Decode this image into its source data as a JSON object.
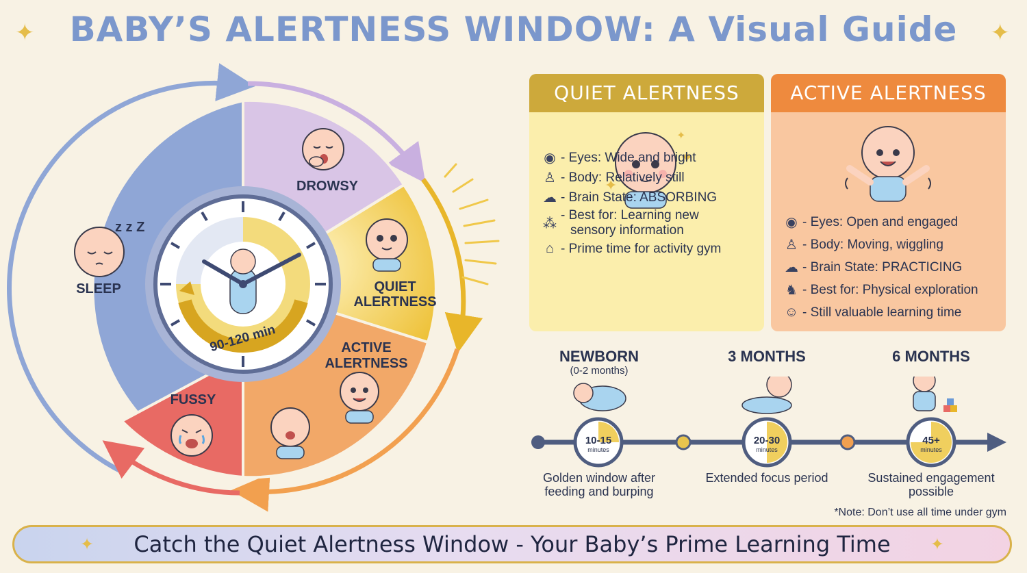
{
  "title": "BABY’S ALERTNESS WINDOW: A Visual Guide",
  "cycle": {
    "segments": [
      {
        "label": "SLEEP",
        "color": "#8fa6d6"
      },
      {
        "label": "DROWSY",
        "color": "#d9c5e6"
      },
      {
        "label_line1": "QUIET",
        "label_line2": "ALERTNESS",
        "color": "#f2d35a"
      },
      {
        "label_line1": "ACTIVE",
        "label_line2": "ALERTNESS",
        "color": "#f2a868"
      },
      {
        "label": "FUSSY",
        "color": "#e86a64"
      }
    ],
    "clock_label": "90-120 min",
    "sleep_zzz": "z z Z"
  },
  "panels": {
    "quiet": {
      "title": "QUIET ALERTNESS",
      "items": [
        {
          "icon": "eye-icon",
          "glyph": "◉",
          "text": "- Eyes: Wide and bright"
        },
        {
          "icon": "body-icon",
          "glyph": "♙",
          "text": "- Body: Relatively still"
        },
        {
          "icon": "brain-icon",
          "glyph": "☁",
          "text": "- Brain State: ABSORBING"
        },
        {
          "icon": "sensory-icon",
          "glyph": "⁂",
          "text": "- Best for: Learning new",
          "text2": "sensory information"
        },
        {
          "icon": "activity-gym-icon",
          "glyph": "⌂",
          "text": "- Prime time for activity gym"
        }
      ]
    },
    "active": {
      "title": "ACTIVE ALERTNESS",
      "items": [
        {
          "icon": "eye-icon",
          "glyph": "◉",
          "text": "- Eyes: Open and engaged"
        },
        {
          "icon": "wiggle-icon",
          "glyph": "♙",
          "text": "- Body: Moving, wiggling"
        },
        {
          "icon": "brain-icon",
          "glyph": "☁",
          "text": "- Brain State: PRACTICING"
        },
        {
          "icon": "crawl-icon",
          "glyph": "♞",
          "text": "- Best for: Physical exploration"
        },
        {
          "icon": "head-brain-icon",
          "glyph": "☺",
          "text": "- Still valuable learning time"
        }
      ]
    }
  },
  "timeline": {
    "stages": [
      {
        "age": "NEWBORN",
        "sub": "(0-2 months)",
        "value": "10-15",
        "unit": "minutes",
        "fill": 0.25,
        "caption1": "Golden window after",
        "caption2": "feeding and burping"
      },
      {
        "age": "3 MONTHS",
        "sub": "",
        "value": "20-30",
        "unit": "minutes",
        "fill": 0.5,
        "caption1": "Extended focus period",
        "caption2": ""
      },
      {
        "age": "6 MONTHS",
        "sub": "",
        "value": "45+",
        "unit": "minutes",
        "fill": 0.75,
        "caption1": "Sustained engagement",
        "caption2": "possible"
      }
    ],
    "note": "*Note: Don’t use all time under gym"
  },
  "banner": "Catch the Quiet Alertness Window - Your Baby’s Prime Learning Time",
  "colors": {
    "title": "#7b97cc",
    "quiet_header": "#cda93b",
    "active_header": "#ee8a3e",
    "timeline_line": "#4f5d80",
    "gold": "#e5bd4a"
  }
}
